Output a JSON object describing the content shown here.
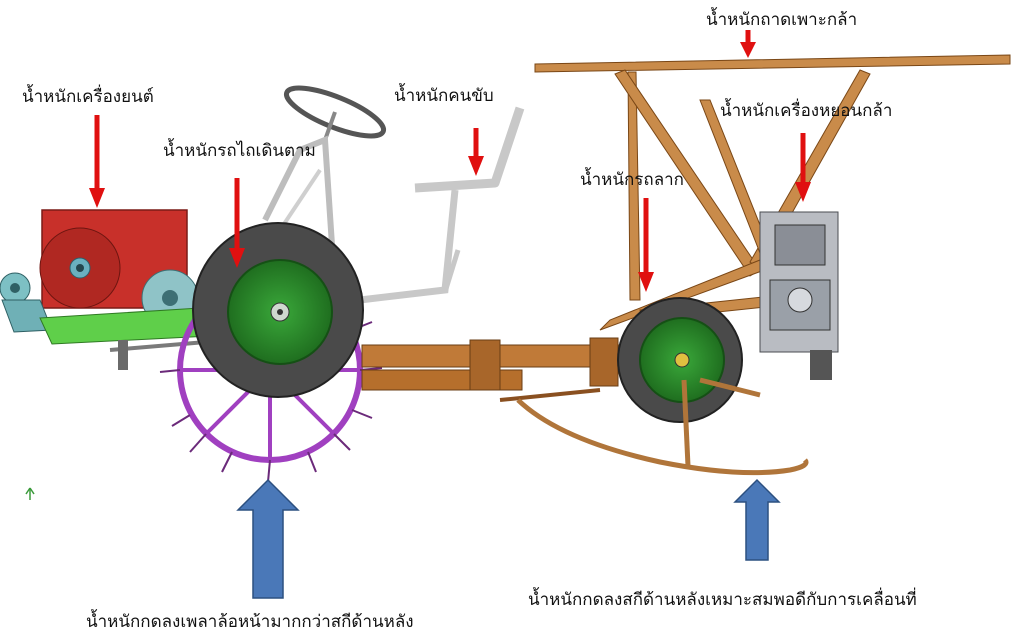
{
  "labels": {
    "engine_weight": "น้ำหนักเครื่องยนต์",
    "walking_tractor_weight": "น้ำหนักรถไถเดินตาม",
    "driver_weight": "น้ำหนักคนขับ",
    "seedling_tray_weight": "น้ำหนักถาดเพาะกล้า",
    "transplanter_weight": "น้ำหนักเครื่องหยอนกล้า",
    "trailer_weight": "น้ำหนักรถลาก",
    "front_axle_load": "น้ำหนักกดลงเพลาล้อหน้ามากกว่าสกีด้านหลัง",
    "rear_ski_load": "น้ำหนักกดลงสกีด้านหลังเหมาะสมพอดีกับการเคลื่อนที่"
  },
  "colors": {
    "down_arrow": "#e01010",
    "up_arrow": "#4a78b8",
    "frame": "#b86a28",
    "engine": "#c8302a",
    "wheel_hub": "#2f8f2f",
    "tire": "#4a4a4a",
    "cage_wheel": "#a040c0",
    "seat_frame": "#c8c8c8"
  }
}
